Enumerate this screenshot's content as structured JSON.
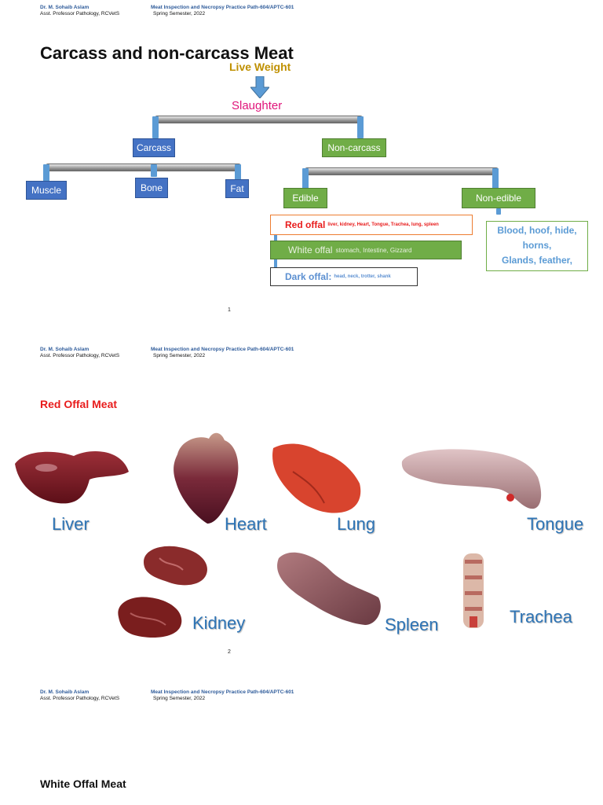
{
  "header": {
    "author": "Dr. M. Sohaib Aslam",
    "role": "Asst. Professor Pathology, RCVetS",
    "course": "Meat Inspection and Necropsy Practice Path-604/APTC-601",
    "semester": "Spring Semester, 2022"
  },
  "page1": {
    "title": "Carcass and non-carcass Meat",
    "live_weight": "Live Weight",
    "slaughter": "Slaughter",
    "carcass": "Carcass",
    "non_carcass": "Non-carcass",
    "muscle": "Muscle",
    "bone": "Bone",
    "fat": "Fat",
    "edible": "Edible",
    "non_edible": "Non-edible",
    "red_offal": "Red offal",
    "red_offal_items": "liver, kidney, Heart, Tongue, Trachea, lung, spleen",
    "white_offal": "White offal",
    "white_offal_items": "stomach, Intestine, Gizzard",
    "dark_offal": "Dark offal:",
    "dark_offal_items": "head, neck, trotter, shank",
    "non_edible_items_1": "Blood, hoof, hide,",
    "non_edible_items_2": "horns,",
    "non_edible_items_3": "Glands, feather,",
    "page_number": "1"
  },
  "page2": {
    "title": "Red Offal Meat",
    "organs": {
      "liver": "Liver",
      "heart": "Heart",
      "lung": "Lung",
      "tongue": "Tongue",
      "kidney": "Kidney",
      "spleen": "Spleen",
      "trachea": "Trachea"
    },
    "page_number": "2"
  },
  "page3": {
    "title": "White Offal Meat"
  },
  "colors": {
    "accent_blue": "#4472c4",
    "accent_green": "#70ad47",
    "red_text": "#e81c1c",
    "organ_label_blue": "#2e74b5",
    "gold_text": "#bf9000",
    "magenta_text": "#e0147a"
  }
}
